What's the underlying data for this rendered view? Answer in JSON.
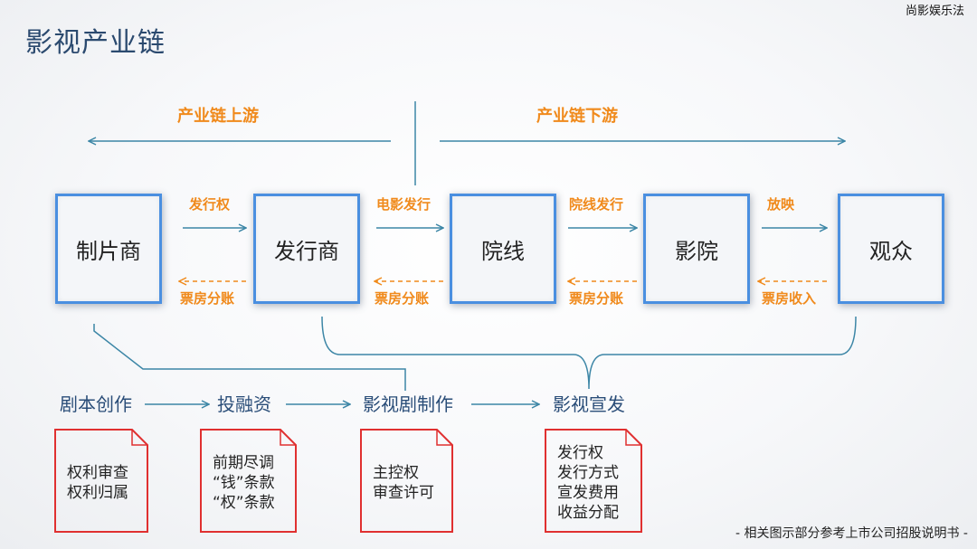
{
  "brand": "尚影娱乐法",
  "title": "影视产业链",
  "upstream_label": "产业链上游",
  "downstream_label": "产业链下游",
  "nodes": [
    "制片商",
    "发行商",
    "院线",
    "影院",
    "观众"
  ],
  "forward_edges": [
    "发行权",
    "电影发行",
    "院线发行",
    "放映"
  ],
  "reverse_edges": [
    "票房分账",
    "票房分账",
    "票房分账",
    "票房收入"
  ],
  "stages": [
    "剧本创作",
    "投融资",
    "影视剧制作",
    "影视宣发"
  ],
  "cards": [
    [
      "权利审查",
      "权利归属"
    ],
    [
      "前期尽调",
      "“钱”条款",
      "“权”条款"
    ],
    [
      "主控权",
      "审查许可"
    ],
    [
      "发行权",
      "发行方式",
      "宣发费用",
      "收益分配"
    ]
  ],
  "footer": "- 相关图示部分参考上市公司招股说明书 -",
  "colors": {
    "title": "#2b4a6f",
    "accent": "#f08a1c",
    "node_border": "#4a8fe0",
    "arrow": "#3c86a6",
    "card_border": "#e03030"
  }
}
